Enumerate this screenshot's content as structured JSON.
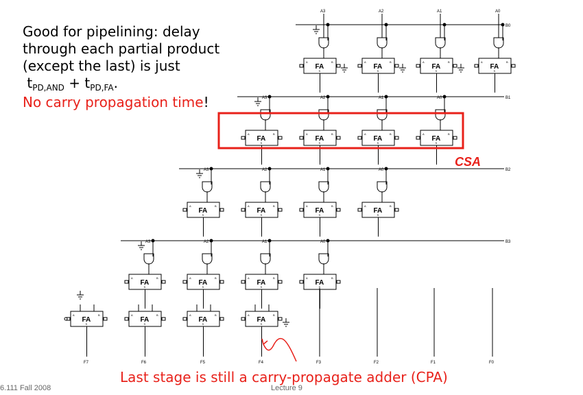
{
  "note": {
    "line1": "Good for pipelining: delay",
    "line2": "through each partial product",
    "line3": "(except the last) is just",
    "t1": "t",
    "sub1": "PD,AND",
    "plus": " + ",
    "t2": "t",
    "sub2": "PD,FA",
    "period": ".",
    "red_line": "No carry propagation time",
    "exclaim": "!"
  },
  "csa_label": "CSA",
  "cpa_label": "Last stage is still a carry-propagate adder (CPA)",
  "footer": {
    "left": "6.111 Fall 2008",
    "center": "Lecture 9"
  },
  "cell_label": "FA",
  "cell_pins": {
    "a": "A",
    "b": "B",
    "s": "S"
  },
  "a_labels": [
    "A3",
    "A2",
    "A1",
    "A0"
  ],
  "b_labels": [
    "B0",
    "B1",
    "B2",
    "B3"
  ],
  "f_labels": [
    "F7",
    "F6",
    "F5",
    "F4",
    "F3",
    "F2",
    "F1",
    "F0"
  ],
  "colors": {
    "accent": "#e8211a",
    "wire": "#000000"
  }
}
